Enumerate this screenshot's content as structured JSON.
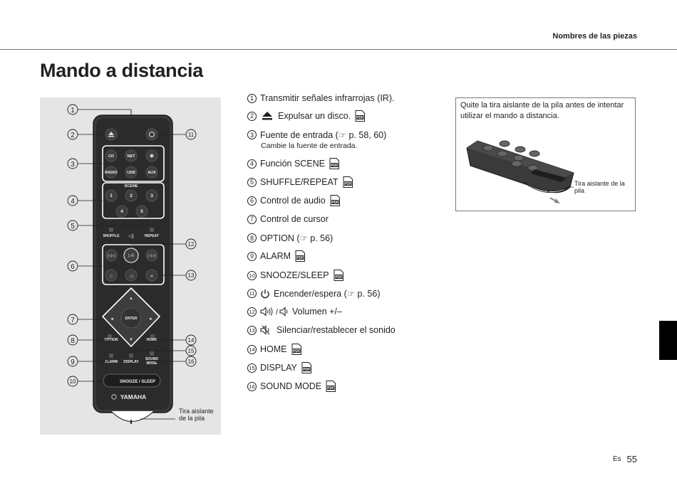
{
  "header": {
    "section_title": "Nombres de las piezas"
  },
  "page": {
    "title": "Mando a distancia",
    "lang_code": "Es",
    "page_number": "55"
  },
  "figure": {
    "callouts": [
      "1",
      "2",
      "3",
      "4",
      "5",
      "6",
      "7",
      "8",
      "9",
      "10",
      "11",
      "12",
      "13",
      "14",
      "15",
      "16"
    ],
    "remote": {
      "buttons": [
        "CD",
        "NET",
        "RADIO",
        "USB",
        "AUX"
      ],
      "scene_label": "SCENE",
      "scene_numbers": [
        "1",
        "2",
        "3",
        "4",
        "5"
      ],
      "shuffle": "SHUFFLE",
      "repeat": "REPEAT",
      "enter": "ENTER",
      "option": "OPTION",
      "home": "HOME",
      "alarm": "ALARM",
      "display": "DISPLAY",
      "sound_mode_1": "SOUND",
      "sound_mode_2": "MODE",
      "snooze": "SNOOZE / SLEEP",
      "brand": "YAMAHA"
    },
    "strip_label_1": "Tira aislante",
    "strip_label_2": "de la pila"
  },
  "items": [
    {
      "num": "1",
      "text": "Transmitir señales infrarrojas (IR).",
      "icon": "",
      "pdf": false
    },
    {
      "num": "2",
      "text": "Expulsar un disco.",
      "icon": "eject-icon",
      "pdf": true
    },
    {
      "num": "3",
      "text": "Fuente de entrada (☞ p. 58, 60)",
      "sub": "Cambie la fuente de entrada.",
      "icon": "",
      "pdf": false
    },
    {
      "num": "4",
      "text": "Función SCENE",
      "icon": "",
      "pdf": true
    },
    {
      "num": "5",
      "text": "SHUFFLE/REPEAT",
      "icon": "",
      "pdf": true
    },
    {
      "num": "6",
      "text": "Control de audio",
      "icon": "",
      "pdf": true
    },
    {
      "num": "7",
      "text": "Control de cursor",
      "icon": "",
      "pdf": false
    },
    {
      "num": "8",
      "text": "OPTION (☞ p. 56)",
      "icon": "",
      "pdf": false
    },
    {
      "num": "9",
      "text": "ALARM",
      "icon": "",
      "pdf": true
    },
    {
      "num": "10",
      "text": "SNOOZE/SLEEP",
      "icon": "",
      "pdf": true
    },
    {
      "num": "11",
      "text": "Encender/espera (☞ p. 56)",
      "icon": "power-icon",
      "pdf": false
    },
    {
      "num": "12",
      "text": "Volumen +/–",
      "icon": "volume-icon",
      "pdf": false
    },
    {
      "num": "13",
      "text": "Silenciar/restablecer el sonido",
      "icon": "mute-icon",
      "pdf": false
    },
    {
      "num": "14",
      "text": "HOME",
      "icon": "",
      "pdf": true
    },
    {
      "num": "15",
      "text": "DISPLAY",
      "icon": "",
      "pdf": true
    },
    {
      "num": "16",
      "text": "SOUND MODE",
      "icon": "",
      "pdf": true
    }
  ],
  "pdf_badge": "PDF",
  "note": {
    "text": "Quite la tira aislante de la pila antes de intentar utilizar el mando a distancia.",
    "strip_label": "Tira aislante de la pila"
  }
}
